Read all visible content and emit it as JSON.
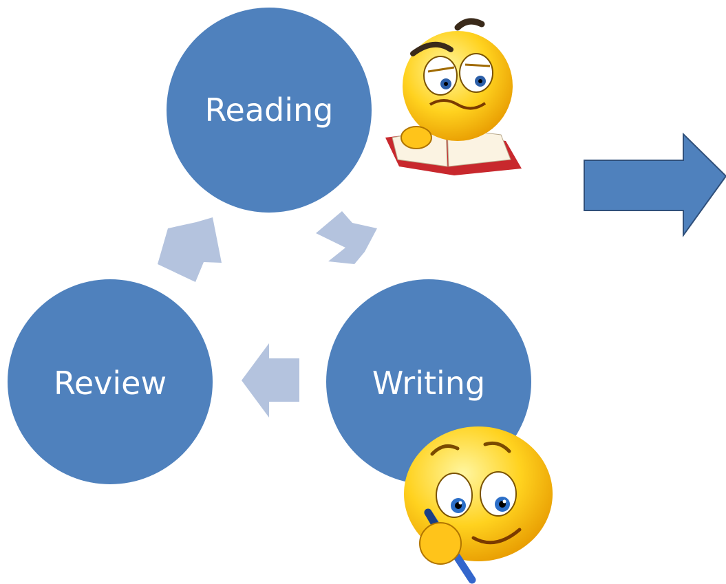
{
  "diagram": {
    "nodes": [
      {
        "id": "reading",
        "label": "Reading"
      },
      {
        "id": "writing",
        "label": "Writing"
      },
      {
        "id": "review",
        "label": "Review"
      }
    ],
    "cycle": [
      "reading",
      "writing",
      "review"
    ],
    "colors": {
      "node_fill": "#4f81bd",
      "cycle_arrow_fill": "#b4c3de",
      "block_arrow_fill": "#4f81bd",
      "block_arrow_stroke": "#2f4f7a",
      "label_text": "#ffffff"
    },
    "illustrations": [
      {
        "name": "reading-emoji-icon",
        "description": "emoji reading a book"
      },
      {
        "name": "writing-emoji-icon",
        "description": "emoji writing with a pen"
      }
    ]
  }
}
